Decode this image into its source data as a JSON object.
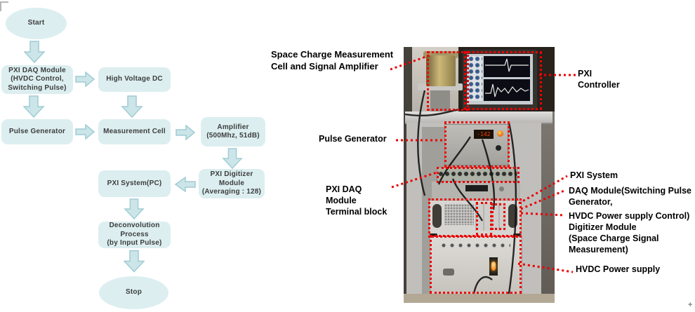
{
  "figure": {
    "flowchart": {
      "start": "Start",
      "pxi_daq_module": "PXI DAQ Module\n(HVDC Control,\nSwitching Pulse)",
      "high_voltage_dc": "High Voltage DC",
      "pulse_generator": "Pulse Generator",
      "measurement_cell": "Measurement Cell",
      "amplifier": "Amplifier\n(500Mhz, 51dB)",
      "pxi_digitizer": "PXI Digitizer\nModule\n(Averaging : 128)",
      "pxi_system": "PXI System(PC)",
      "deconvolution": "Deconvolution\nProcess\n(by Input Pulse)",
      "stop": "Stop"
    },
    "photo_annotations": {
      "cell_amplifier": "Space Charge Measurement\nCell and Signal Amplifier",
      "pxi_controller": "PXI\nController",
      "pulse_generator": "Pulse Generator",
      "daq_terminal_block": "PXI DAQ\nModule\nTerminal block",
      "pxi_system": "PXI System",
      "daq_module": "DAQ Module(Switching Pulse\nGenerator,",
      "hvdc_control_digitizer": "HVDC Power supply Control)\nDigitizer Module\n(Space Charge Signal\nMeasurement)",
      "hvdc_power_supply": "HVDC Power supply"
    },
    "photo": {
      "led_display": "-142"
    },
    "cursor_glyph": "+",
    "colors": {
      "flow_box_fill": "#dceef0",
      "flow_arrow_fill": "#cbe5e9",
      "flow_arrow_stroke": "#9fccd3",
      "annotation_red": "#ee0000",
      "label_text": "#000000"
    }
  }
}
